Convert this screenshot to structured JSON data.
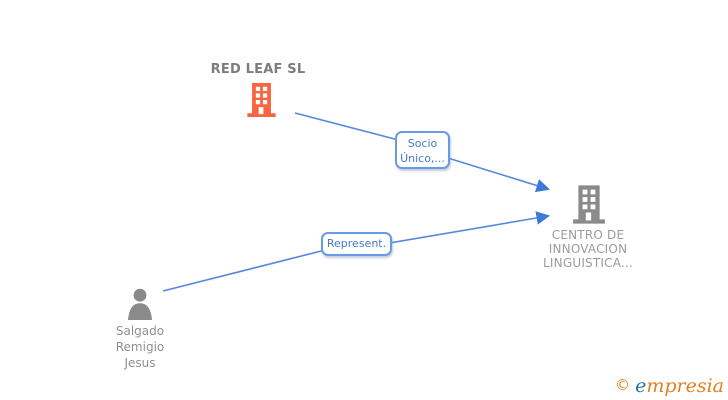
{
  "diagram_title": "corporate-relationship-graph",
  "nodes": {
    "red_leaf": {
      "type": "company",
      "label": "RED LEAF SL",
      "icon": "building-icon",
      "accent_color": "#F96540"
    },
    "centro": {
      "type": "company",
      "label_lines": [
        "CENTRO DE",
        "INNOVACION",
        "LINGUISTICA..."
      ],
      "icon": "building-icon",
      "accent_color": "#8A8A8A"
    },
    "salgado": {
      "type": "person",
      "label_lines": [
        "Salgado",
        "Remigio",
        "Jesus"
      ],
      "icon": "person-icon",
      "accent_color": "#8A8A8A"
    }
  },
  "edges": [
    {
      "from": "RED LEAF SL",
      "to": "CENTRO DE INNOVACION LINGUISTICA...",
      "label_lines": [
        "Socio",
        "Único,..."
      ]
    },
    {
      "from": "Salgado Remigio Jesus",
      "to": "CENTRO DE INNOVACION LINGUISTICA...",
      "label_lines": [
        "Represent."
      ]
    }
  ],
  "colors": {
    "edge_line": "#5589DD",
    "arrowhead": "#3D79D8",
    "edge_label_border": "#6B9AE4",
    "edge_label_text": "#4679D2",
    "company_orange": "#F96540",
    "node_gray": "#8A8A8A",
    "title_gray": "#7D7D7D",
    "label_gray": "#9B9B9B"
  },
  "logo": {
    "copyright": "©",
    "brand_initial": "e",
    "brand_rest": "mpresia"
  }
}
